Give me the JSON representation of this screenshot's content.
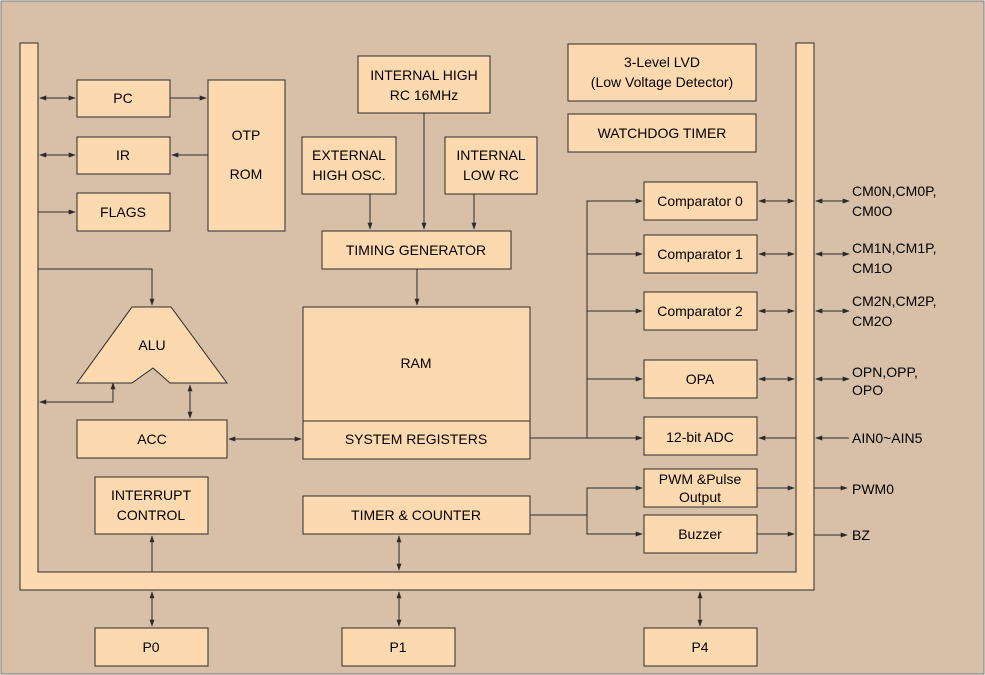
{
  "colors": {
    "background": "#d8bfa8",
    "block_fill": "#fdd9b0",
    "line": "#2b2b2b"
  },
  "blocks": {
    "pc": "PC",
    "ir": "IR",
    "flags": "FLAGS",
    "otp_rom": [
      "OTP",
      "ROM"
    ],
    "internal_high_rc": [
      "INTERNAL HIGH",
      "RC 16MHz"
    ],
    "external_high_osc": [
      "EXTERNAL",
      "HIGH OSC."
    ],
    "internal_low_rc": [
      "INTERNAL",
      "LOW RC"
    ],
    "lvd": [
      "3-Level LVD",
      "(Low Voltage Detector)"
    ],
    "watchdog": "WATCHDOG TIMER",
    "timing_generator": "TIMING GENERATOR",
    "alu": "ALU",
    "acc": "ACC",
    "ram": "RAM",
    "system_registers": "SYSTEM REGISTERS",
    "interrupt_control": [
      "INTERRUPT",
      "CONTROL"
    ],
    "timer_counter": "TIMER & COUNTER",
    "comparator0": "Comparator 0",
    "comparator1": "Comparator 1",
    "comparator2": "Comparator 2",
    "opa": "OPA",
    "adc": "12-bit ADC",
    "pwm": [
      "PWM &Pulse",
      "Output"
    ],
    "buzzer": "Buzzer",
    "p0": "P0",
    "p1": "P1",
    "p4": "P4"
  },
  "pins": {
    "cm0": [
      "CM0N,CM0P,",
      "CM0O"
    ],
    "cm1": [
      "CM1N,CM1P,",
      "CM1O"
    ],
    "cm2": [
      "CM2N,CM2P,",
      "CM2O"
    ],
    "opa": [
      "OPN,OPP,",
      "OPO"
    ],
    "ain": "AIN0~AIN5",
    "pwm": "PWM0",
    "bz": "BZ"
  }
}
